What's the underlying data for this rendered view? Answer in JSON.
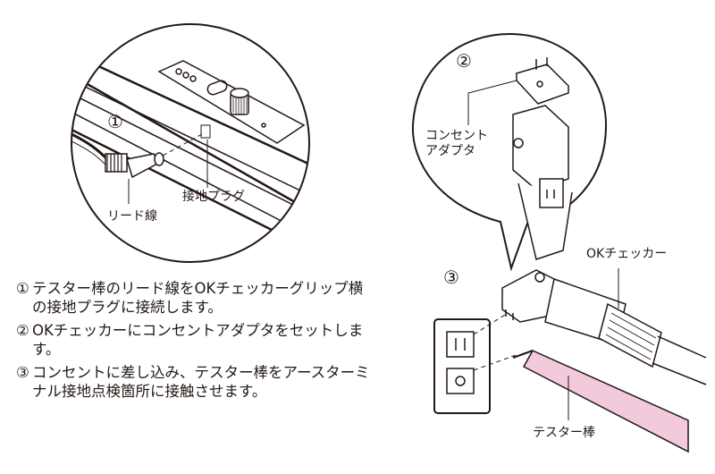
{
  "figure": {
    "colors": {
      "line": "#231815",
      "tester_rod": "#f3c9dc",
      "background": "#ffffff"
    },
    "panel1": {
      "marker": "①",
      "labels": {
        "lead_wire": "リード線",
        "ground_plug": "接地プラグ"
      }
    },
    "panel2": {
      "marker": "②",
      "labels": {
        "outlet_adapter_line1": "コンセント",
        "outlet_adapter_line2": "アダプタ"
      }
    },
    "panel3": {
      "marker": "③",
      "labels": {
        "ok_checker": "OKチェッカー",
        "tester_rod": "テスター棒"
      }
    }
  },
  "instructions": [
    {
      "marker": "①",
      "text": "テスター棒のリード線をOKチェッカーグリップ横の接地プラグに接続します。"
    },
    {
      "marker": "②",
      "text": "OKチェッカーにコンセントアダプタをセットします。"
    },
    {
      "marker": "③",
      "text": "コンセントに差し込み、テスター棒をアースターミナル接地点検箇所に接触させます。"
    }
  ]
}
